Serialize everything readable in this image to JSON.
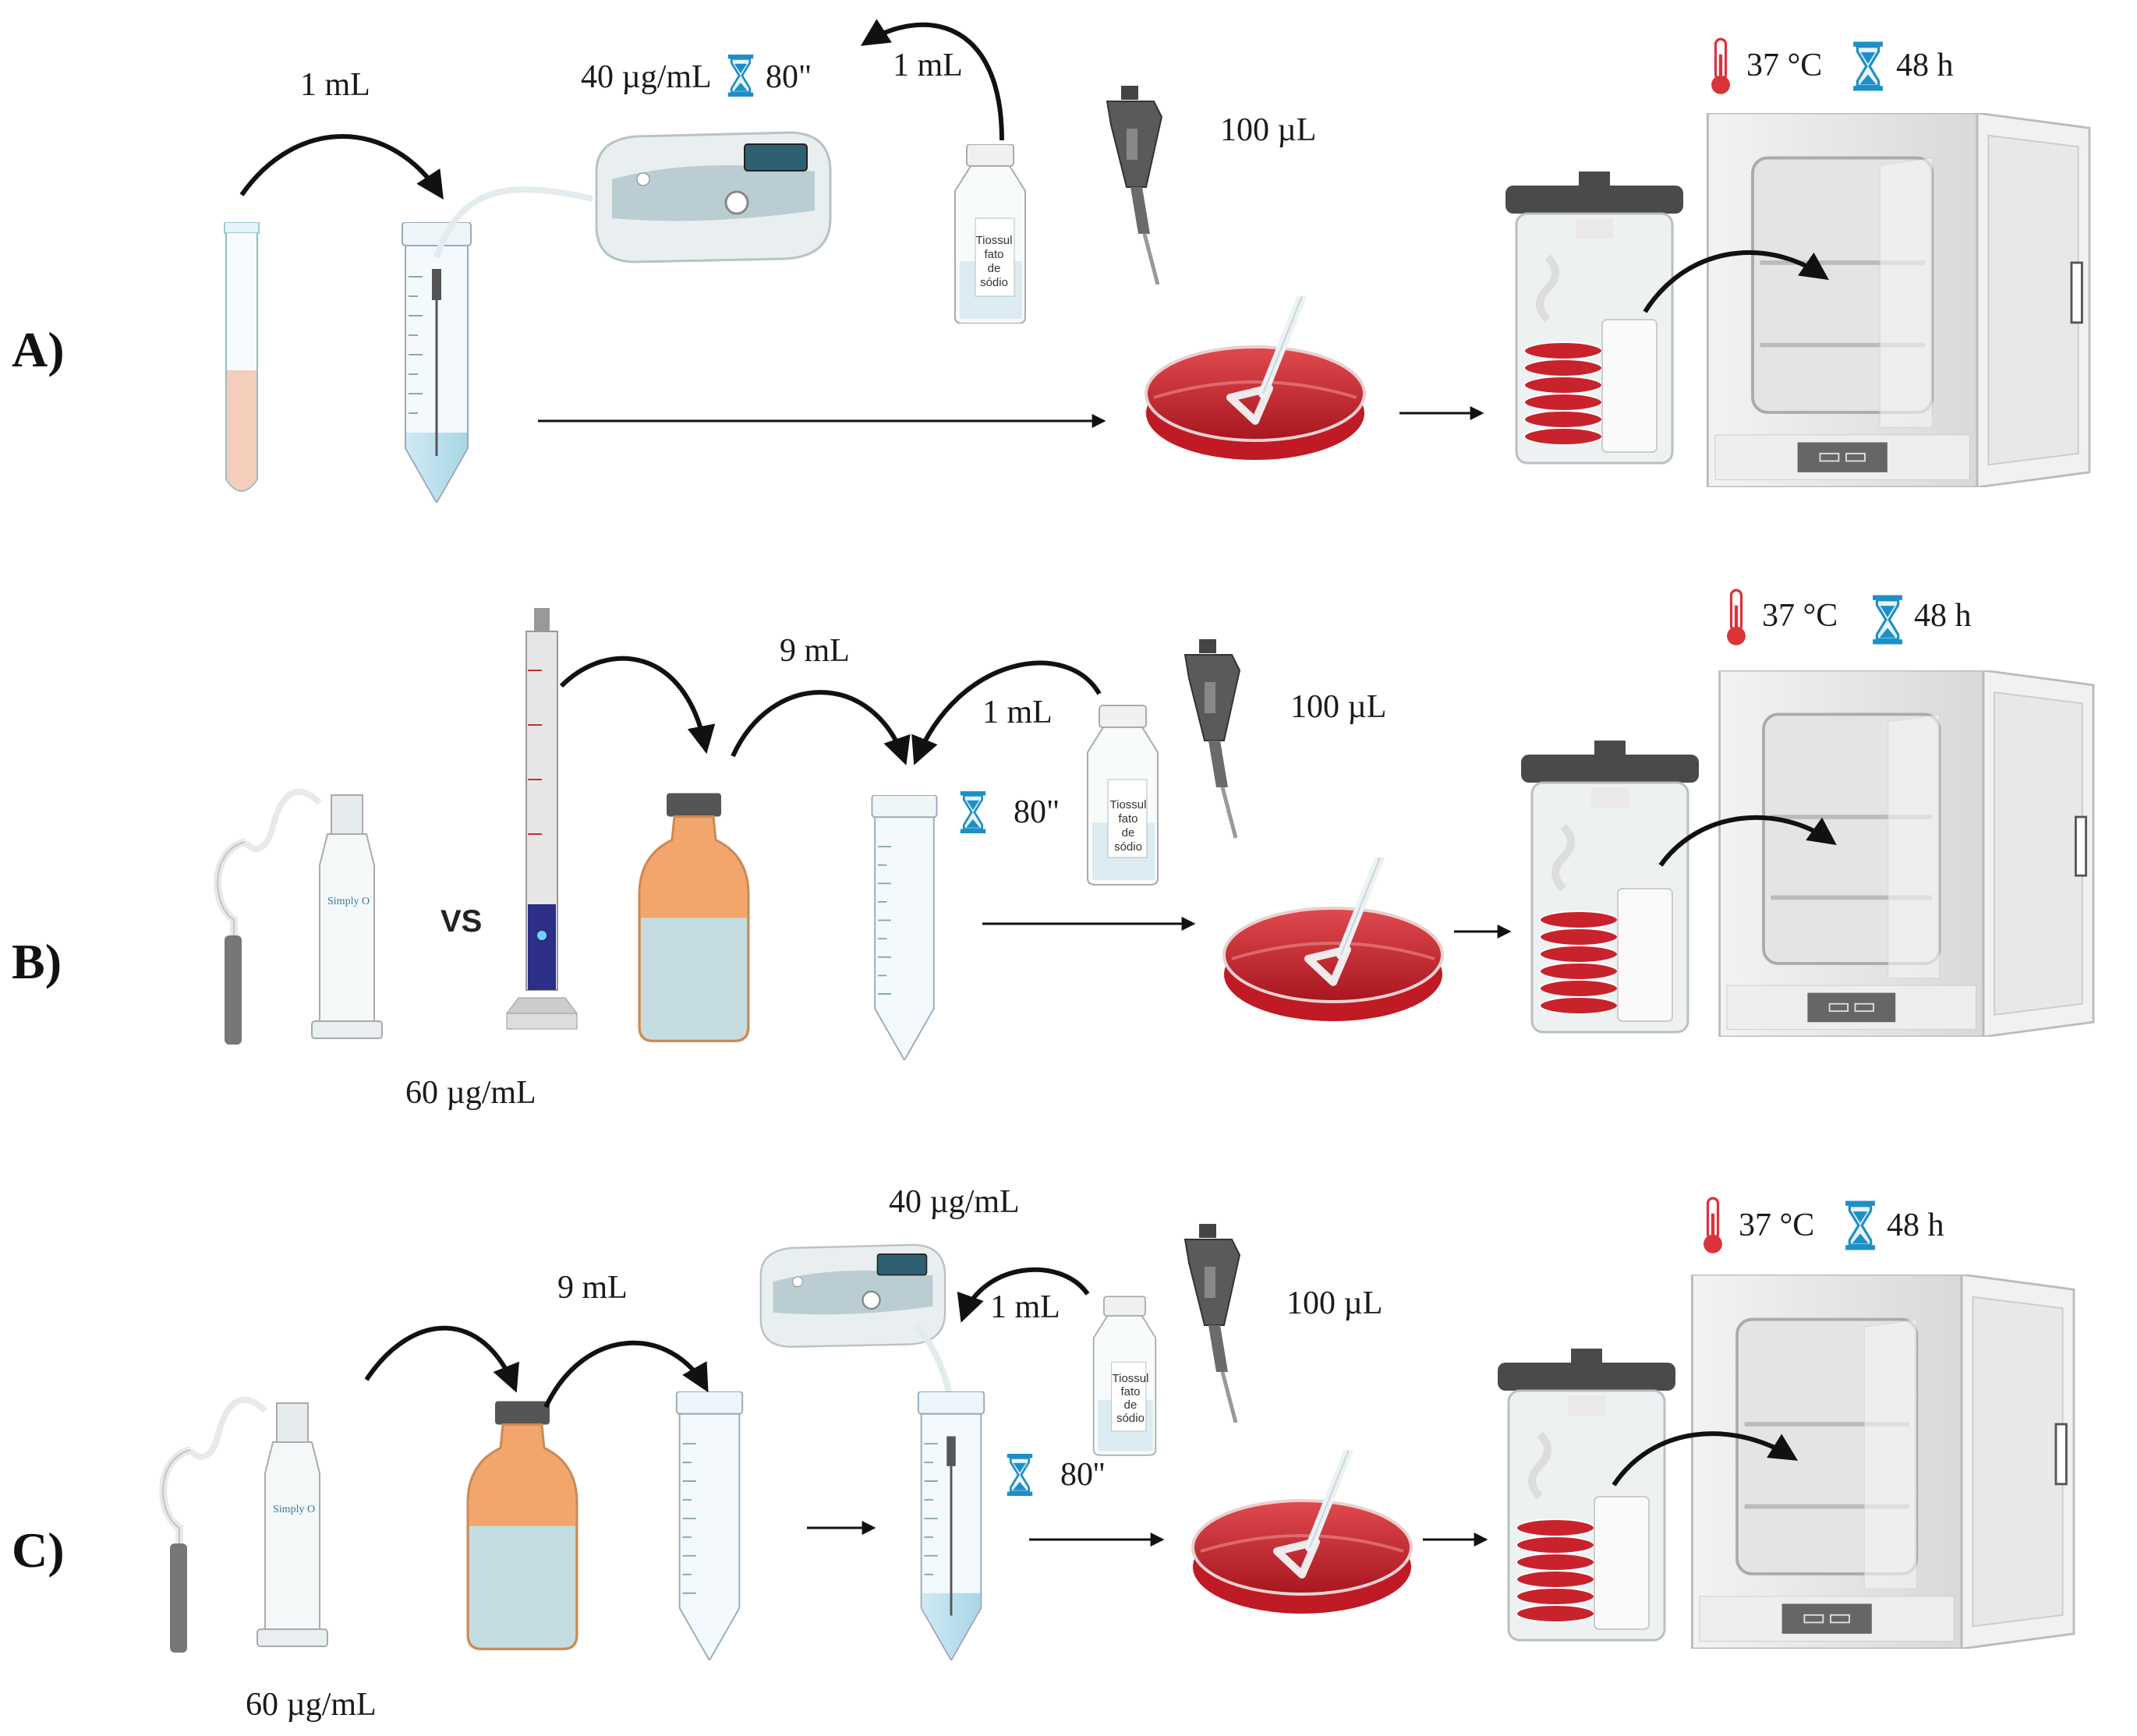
{
  "panels": {
    "a": {
      "letter": "A)",
      "transfer_1": "1 mL",
      "concentration": "40 µg/mL",
      "contact_time": "80\"",
      "neutralizer_volume": "1 mL",
      "neutralizer_label": [
        "Tiossul",
        "fato",
        "de",
        "sódio"
      ],
      "plated_volume": "100 µL",
      "temperature": "37 °C",
      "incubation_time": "48 h"
    },
    "b": {
      "letter": "B)",
      "versus": "VS",
      "concentration": "60 µg/mL",
      "transfer_9": "9 mL",
      "neutralizer_volume": "1 mL",
      "neutralizer_label": [
        "Tiossul",
        "fato",
        "de",
        "sódio"
      ],
      "contact_time": "80\"",
      "plated_volume": "100 µL",
      "temperature": "37 °C",
      "incubation_time": "48 h"
    },
    "c": {
      "letter": "C)",
      "concentration_ozone_gen": "60 µg/mL",
      "transfer_9": "9 mL",
      "concentration_bath": "40 µg/mL",
      "neutralizer_volume": "1 mL",
      "neutralizer_label": [
        "Tiossul",
        "fato",
        "de",
        "sódio"
      ],
      "contact_time": "80''",
      "plated_volume": "100 µL",
      "temperature": "37 °C",
      "incubation_time": "48 h"
    }
  },
  "icons": {
    "thermometer": "thermometer-icon",
    "hourglass": "hourglass-icon"
  },
  "colors": {
    "agar_red": "#c8232c",
    "liquid_blue": "#bfe3ee",
    "bottle_orange": "#f2a66b",
    "hourglass_blue": "#1e8fc6",
    "thermo_red": "#d9343a"
  }
}
